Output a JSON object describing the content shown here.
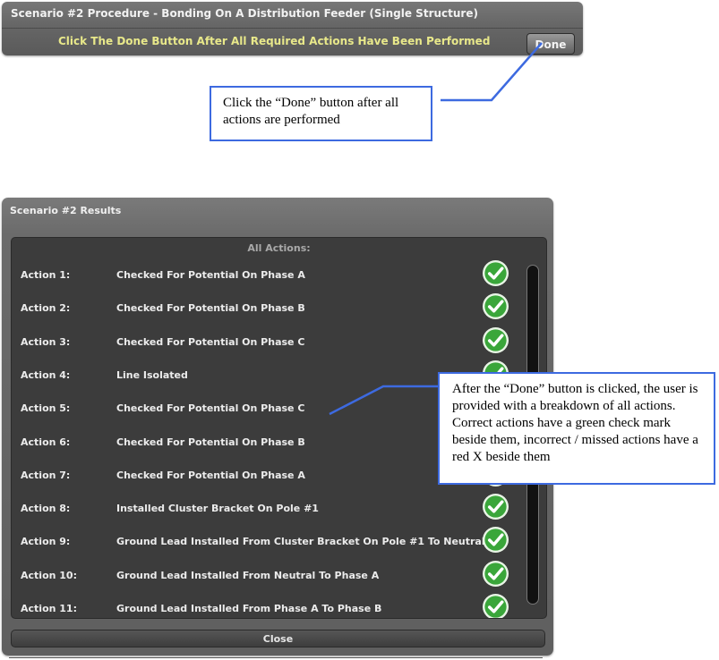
{
  "procedure": {
    "title": "Scenario #2 Procedure - Bonding On A Distribution Feeder (Single Structure)",
    "instruction": "Click The Done Button After All Required Actions Have Been Performed",
    "done_label": "Done"
  },
  "callouts": {
    "done_note": "Click the “Done” button after all actions are performed",
    "results_note": "After the “Done” button is clicked, the user is provided with a breakdown of all actions. Correct actions have a green check mark beside them, incorrect / missed actions have a red X beside them"
  },
  "results": {
    "title": "Scenario #2 Results",
    "list_header": "All Actions:",
    "close_label": "Close",
    "actions": [
      {
        "num": "Action 1:",
        "desc": "Checked For Potential On Phase A",
        "status": "correct"
      },
      {
        "num": "Action 2:",
        "desc": "Checked For Potential On Phase B",
        "status": "correct"
      },
      {
        "num": "Action 3:",
        "desc": "Checked For Potential On Phase C",
        "status": "correct"
      },
      {
        "num": "Action 4:",
        "desc": "Line Isolated",
        "status": "correct"
      },
      {
        "num": "Action 5:",
        "desc": "Checked For Potential On Phase C",
        "status": "correct"
      },
      {
        "num": "Action 6:",
        "desc": "Checked For Potential On Phase B",
        "status": "correct"
      },
      {
        "num": "Action 7:",
        "desc": "Checked For Potential On Phase A",
        "status": "correct"
      },
      {
        "num": "Action 8:",
        "desc": "Installed Cluster Bracket On Pole #1",
        "status": "correct"
      },
      {
        "num": "Action 9:",
        "desc": "Ground Lead Installed From Cluster Bracket On Pole #1 To Neutral",
        "status": "correct"
      },
      {
        "num": "Action 10:",
        "desc": "Ground Lead Installed From Neutral To Phase A",
        "status": "correct"
      },
      {
        "num": "Action 11:",
        "desc": "Ground Lead Installed From Phase A To Phase B",
        "status": "correct"
      }
    ]
  },
  "colors": {
    "instruction_text": "#e8e88a",
    "callout_border": "#3d6ae0",
    "check_green": "#3aa63a"
  }
}
